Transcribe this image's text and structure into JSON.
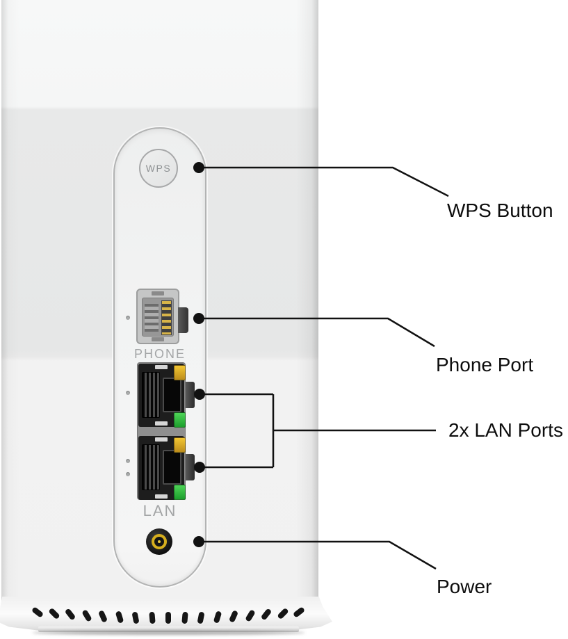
{
  "device": {
    "wps_button_label": "WPS",
    "phone_caption": "PHONE",
    "lan_caption": "LAN"
  },
  "annotations": {
    "wps": "WPS Button",
    "phone": "Phone Port",
    "lan": "2x LAN Ports",
    "power": "Power"
  },
  "colors": {
    "callout_line": "#111111",
    "led_yellow": "#e7b32a",
    "led_green": "#35c04a",
    "power_gold": "#d6ae1e",
    "body_top_band": "#f7f8f8",
    "body_mid_band": "#e7e7e8",
    "body_lower_band": "#f1f1f2",
    "panel_border": "#b2b3b3"
  }
}
